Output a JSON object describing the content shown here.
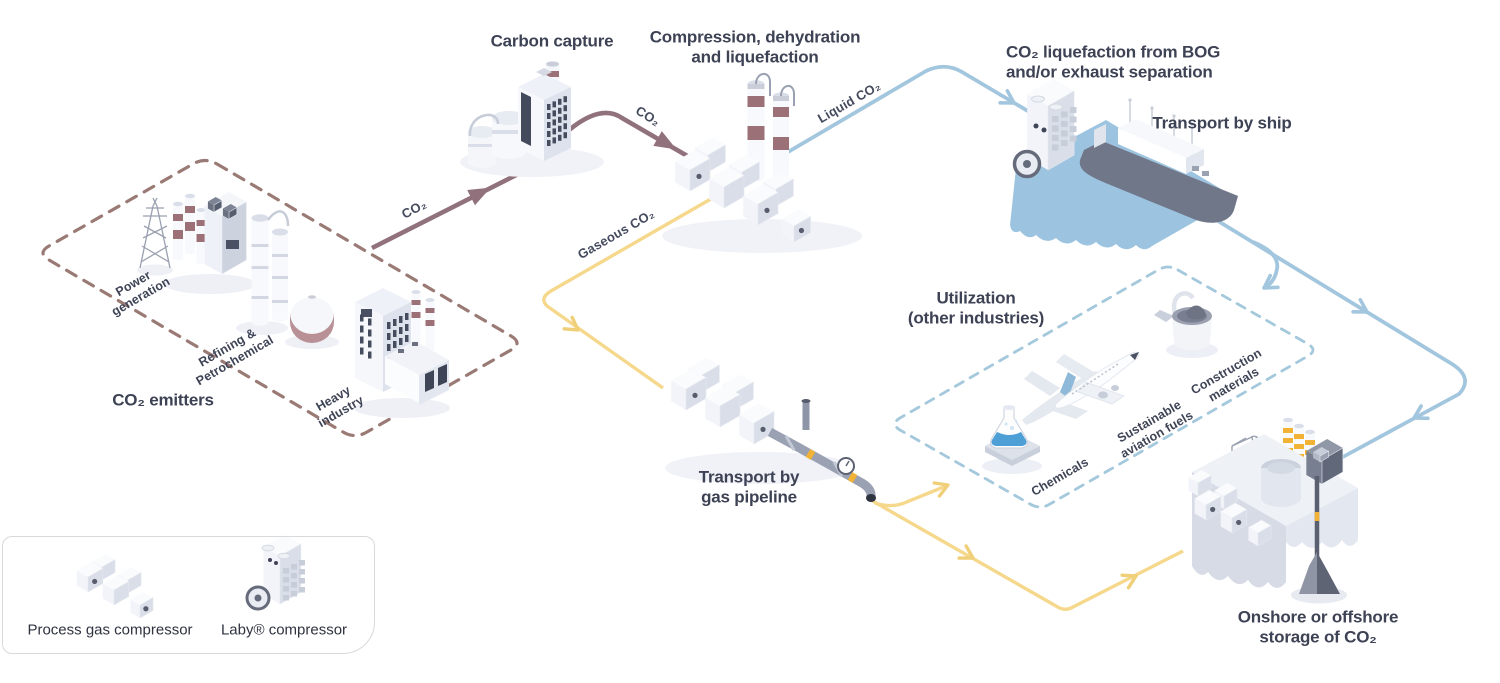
{
  "nodes": {
    "carbon_capture": {
      "label": "Carbon capture"
    },
    "compression": {
      "label": "Compression, dehydration\nand liquefaction"
    },
    "bog_liquefaction": {
      "label": "CO₂ liquefaction from BOG\nand/or exhaust separation"
    },
    "transport_ship": {
      "label": "Transport by ship"
    },
    "utilization": {
      "label": "Utilization\n(other industries)"
    },
    "transport_pipeline": {
      "label": "Transport by\ngas pipeline"
    },
    "storage": {
      "label": "Onshore or offshore\nstorage of CO₂"
    },
    "emitters": {
      "label": "CO₂ emitters"
    }
  },
  "emitter_types": [
    {
      "label": "Power\ngeneration"
    },
    {
      "label": "Refining &\nPetrochemical"
    },
    {
      "label": "Heavy\nindustry"
    }
  ],
  "utilization_types": [
    {
      "label": "Chemicals"
    },
    {
      "label": "Sustainable\naviation fuels"
    },
    {
      "label": "Construction\nmaterials"
    }
  ],
  "flow_labels": {
    "co2_to_capture": "CO₂",
    "co2_to_compression": "CO₂",
    "gaseous_co2": "Gaseous CO₂",
    "liquid_co2": "Liquid CO₂"
  },
  "legend": {
    "items": [
      {
        "label": "Process gas compressor"
      },
      {
        "label": "Laby® compressor"
      }
    ]
  },
  "colors": {
    "co2_line": "#91727c",
    "gaseous_line": "#f5d88c",
    "liquid_line": "#a3c6df",
    "emitters_dash": "#9a7a75",
    "utilization_dash": "#a4c8dc",
    "water": "#9cc4e0",
    "accent_yellow": "#f1b235",
    "text": "#3d4254"
  }
}
